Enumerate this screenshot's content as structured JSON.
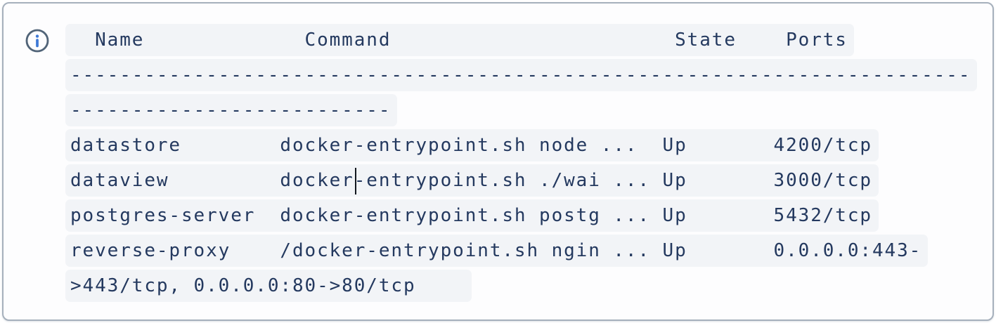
{
  "callout": {
    "icon": "info-icon"
  },
  "colors": {
    "text": "#24395f",
    "line_highlight": "#f2f4f7",
    "card_border": "#a6b0bc",
    "card_background": "#fdfdfe",
    "icon_ring": "#516478",
    "icon_glyph": "#3e79d6",
    "caret": "#14181f"
  },
  "terminal": {
    "lines": [
      "  Name             Command                       State    Ports",
      "-------------------------------------------------------------------------",
      "--------------------------",
      "datastore        docker-entrypoint.sh node ...  Up       4200/tcp",
      "dataview         docker-entrypoint.sh ./wai ... Up       3000/tcp",
      "postgres-server  docker-entrypoint.sh postg ... Up       5432/tcp",
      "reverse-proxy    /docker-entrypoint.sh ngin ... Up       0.0.0.0:443-",
      ">443/tcp, 0.0.0.0:80->80/tcp    "
    ],
    "columns": [
      "Name",
      "Command",
      "State",
      "Ports"
    ],
    "services": [
      {
        "name": "datastore",
        "command": "docker-entrypoint.sh node ...",
        "state": "Up",
        "ports": "4200/tcp"
      },
      {
        "name": "dataview",
        "command": "docker-entrypoint.sh ./wai ...",
        "state": "Up",
        "ports": "3000/tcp"
      },
      {
        "name": "postgres-server",
        "command": "docker-entrypoint.sh postg ...",
        "state": "Up",
        "ports": "5432/tcp"
      },
      {
        "name": "reverse-proxy",
        "command": "/docker-entrypoint.sh ngin ...",
        "state": "Up",
        "ports": "0.0.0.0:443->443/tcp, 0.0.0.0:80->80/tcp"
      }
    ]
  }
}
